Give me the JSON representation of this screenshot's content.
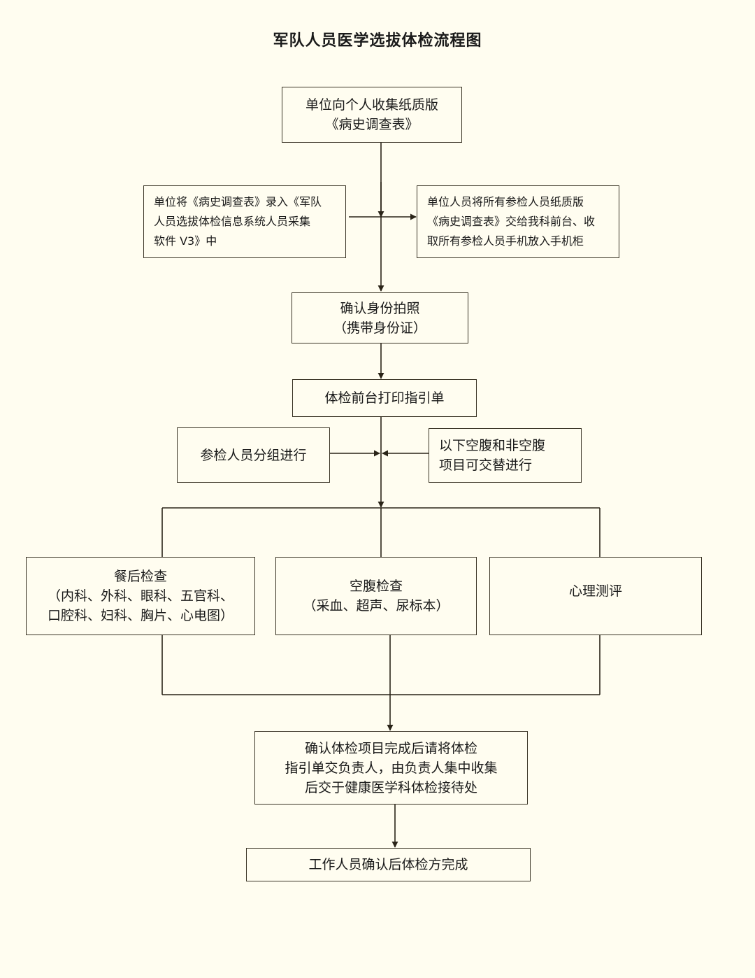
{
  "title": "军队人员医学选拔体检流程图",
  "colors": {
    "background": "#fffdf0",
    "stroke": "#3a3426",
    "text": "#1a1a1a"
  },
  "nodes": {
    "collect": {
      "lines": [
        "单位向个人收集纸质版",
        "《病史调查表》"
      ]
    },
    "enter": {
      "lines": [
        "单位将《病史调查表》录入《军队",
        "人员选拔体检信息系统人员采集",
        "软件 V3》中"
      ]
    },
    "submit": {
      "lines": [
        "单位人员将所有参检人员纸质版",
        "《病史调查表》交给我科前台、收",
        "取所有参检人员手机放入手机柜"
      ]
    },
    "confirm_id": {
      "lines": [
        "确认身份拍照",
        "（携带身份证）"
      ]
    },
    "print_guide": {
      "lines": [
        "体检前台打印指引单"
      ]
    },
    "group": {
      "lines": [
        "参检人员分组进行"
      ]
    },
    "alternate": {
      "lines": [
        "以下空腹和非空腹",
        "项目可交替进行"
      ]
    },
    "after_meal": {
      "lines": [
        "餐后检查",
        "（内科、外科、眼科、五官科、",
        "口腔科、妇科、胸片、心电图）"
      ]
    },
    "fasting": {
      "lines": [
        "空腹检查",
        "（采血、超声、尿标本）"
      ]
    },
    "psych": {
      "lines": [
        "心理测评"
      ]
    },
    "hand_in": {
      "lines": [
        "确认体检项目完成后请将体检",
        "指引单交负责人，由负责人集中收集",
        "后交于健康医学科体检接待处"
      ]
    },
    "finish": {
      "lines": [
        "工作人员确认后体检方完成"
      ]
    }
  }
}
